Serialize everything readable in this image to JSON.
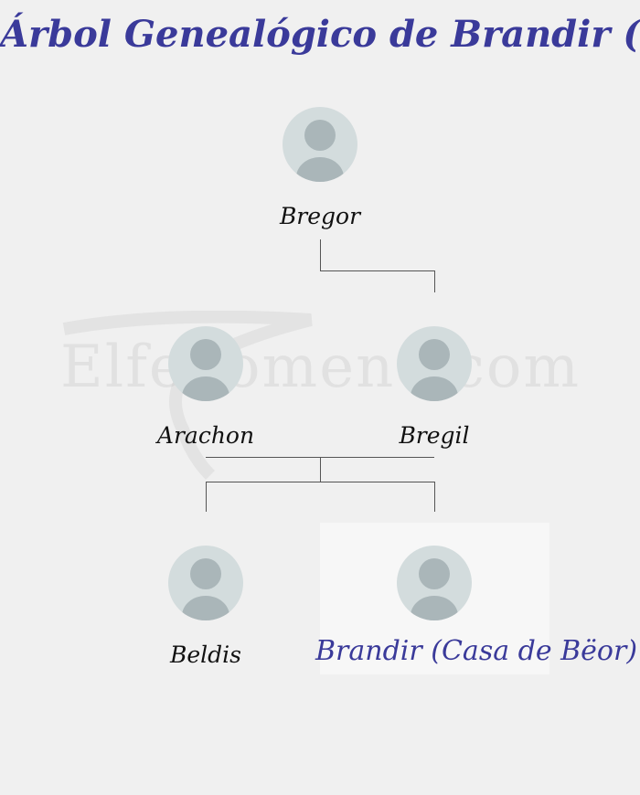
{
  "title": "Árbol Genealógico de Brandir (Casa de Bëor)",
  "watermark": "Elfenomeno.com",
  "colors": {
    "title": "#3a3a9a",
    "avatar_bg": "#d3dcdd",
    "avatar_fg": "#aab6b9",
    "background": "#f0f0f0"
  },
  "people": {
    "bregor": {
      "name": "Bregor",
      "icon": "person-avatar-icon"
    },
    "arachon": {
      "name": "Arachon",
      "icon": "person-avatar-icon"
    },
    "bregil": {
      "name": "Bregil",
      "icon": "person-avatar-icon"
    },
    "beldis": {
      "name": "Beldis",
      "icon": "person-avatar-icon"
    },
    "brandir": {
      "name": "Brandir (Casa de Bëor)",
      "icon": "person-avatar-icon",
      "highlighted": true
    }
  },
  "relations": [
    {
      "parent": "Bregor",
      "child": "Bregil"
    },
    {
      "couple": [
        "Arachon",
        "Bregil"
      ],
      "children": [
        "Beldis",
        "Brandir (Casa de Bëor)"
      ]
    }
  ]
}
